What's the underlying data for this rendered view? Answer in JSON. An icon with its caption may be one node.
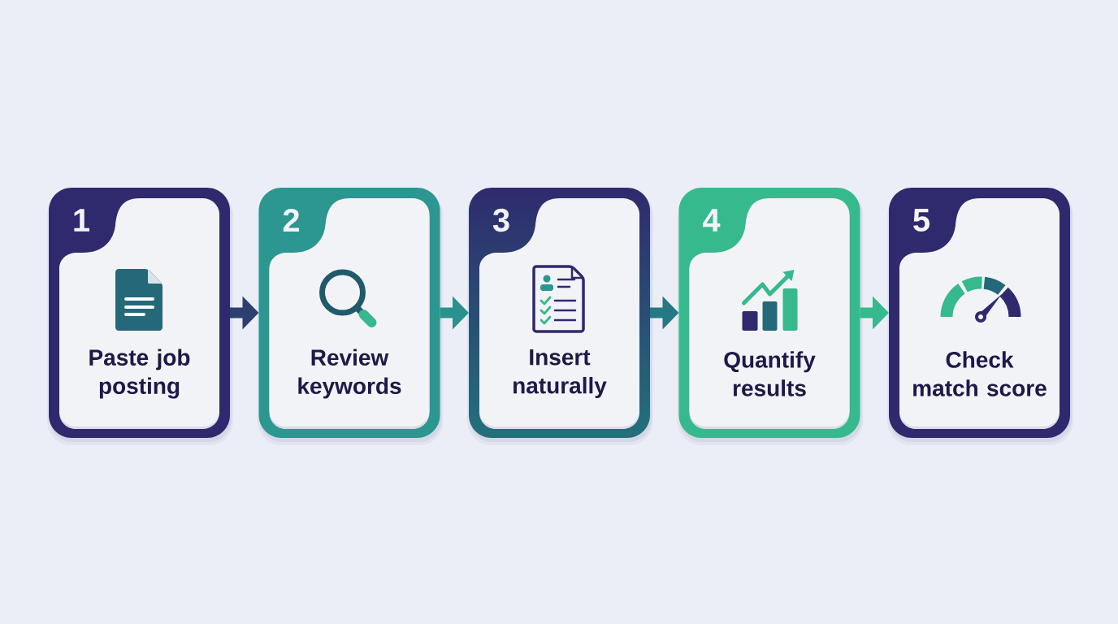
{
  "diagram": {
    "nodes": [
      {
        "text": [
          "1",
          "Paste job posting"
        ]
      },
      {
        "text": [
          "2",
          "Review keywords"
        ]
      },
      {
        "text": [
          "3",
          "Insert naturally"
        ]
      },
      {
        "text": [
          "4",
          "Quantify results"
        ]
      },
      {
        "text": [
          "5",
          "Check match score"
        ]
      }
    ],
    "edges": [
      {
        "from": 0,
        "to": 1,
        "arrow": "to",
        "color": "#2c3f6f"
      },
      {
        "from": 1,
        "to": 2,
        "arrow": "to",
        "color": "#2a928d"
      },
      {
        "from": 2,
        "to": 3,
        "arrow": "to",
        "color": "#267884"
      },
      {
        "from": 3,
        "to": 4,
        "arrow": "to",
        "color": "#36b98d"
      }
    ]
  }
}
